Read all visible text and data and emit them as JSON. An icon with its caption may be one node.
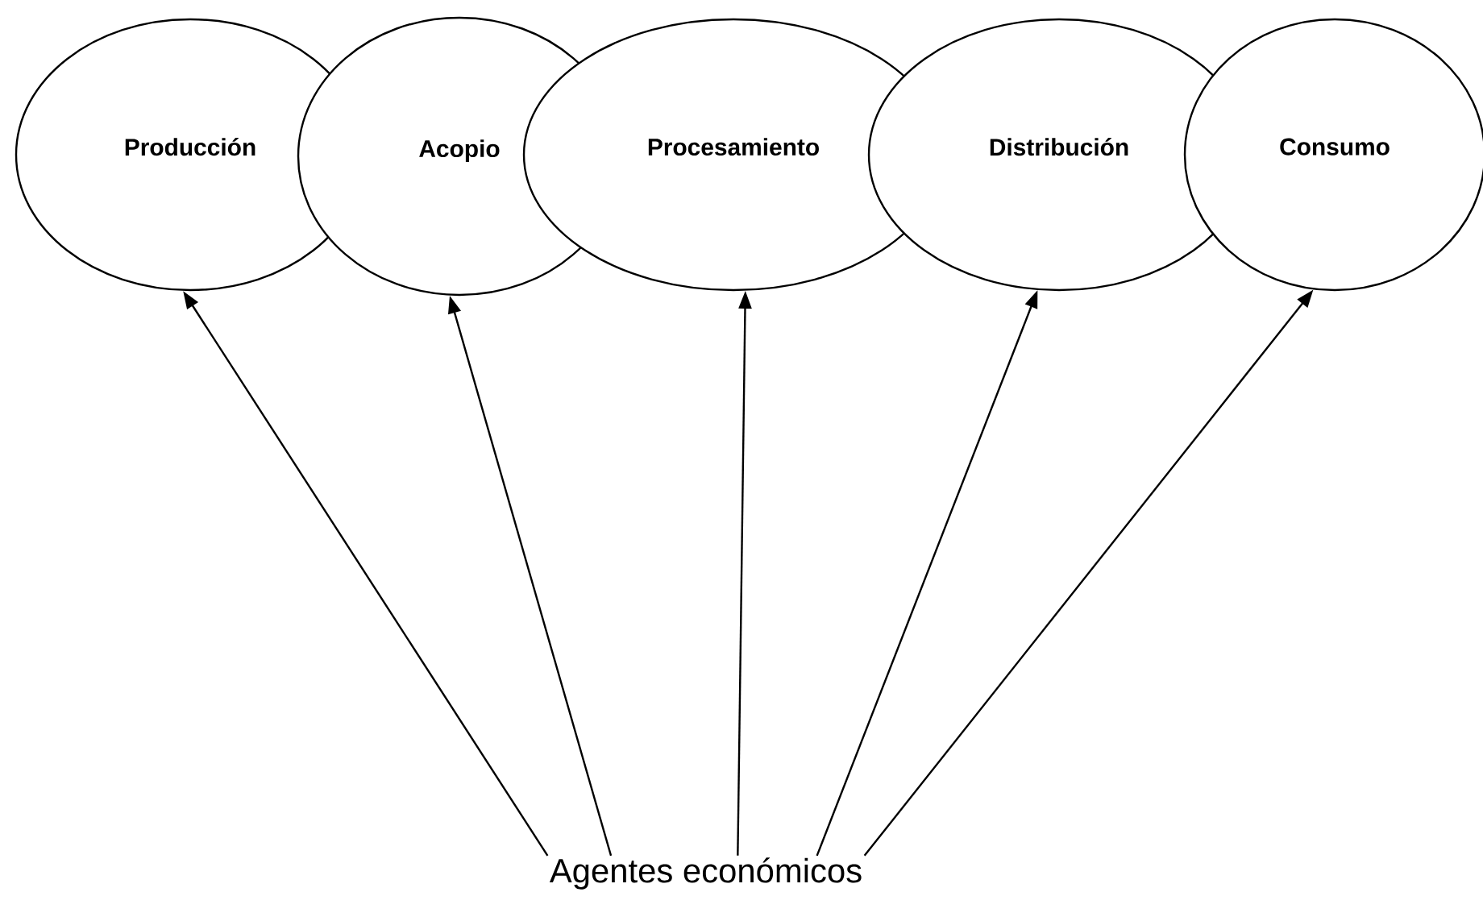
{
  "diagram": {
    "nodes": [
      {
        "text": [
          "Producción"
        ]
      },
      {
        "text": [
          "Acopio"
        ]
      },
      {
        "text": [
          "Procesamiento"
        ]
      },
      {
        "text": [
          "Distribución"
        ]
      },
      {
        "text": [
          "Consumo"
        ]
      },
      {
        "text": [
          "Agentes económicos"
        ]
      }
    ],
    "edges": [
      {
        "from": 5,
        "to": 0,
        "arrow": "to"
      },
      {
        "from": 5,
        "to": 1,
        "arrow": "to"
      },
      {
        "from": 5,
        "to": 2,
        "arrow": "to"
      },
      {
        "from": 5,
        "to": 3,
        "arrow": "to"
      },
      {
        "from": 5,
        "to": 4,
        "arrow": "to"
      }
    ]
  }
}
